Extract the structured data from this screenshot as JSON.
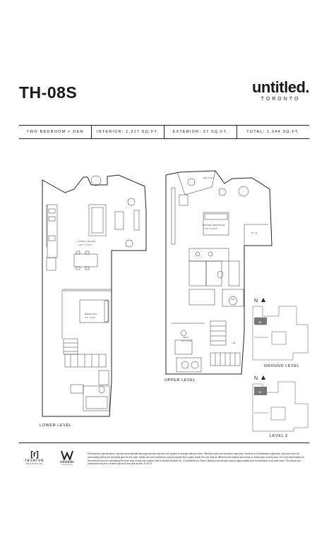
{
  "unit": {
    "code": "TH-08S"
  },
  "brand": {
    "name": "untitled.",
    "city": "TORONTO"
  },
  "specs": [
    "TWO BEDROOM + DEN",
    "INTERIOR: 1,317 SQ.FT.",
    "EXTERIOR: 27 SQ.FT.",
    "TOTAL: 1,344 SQ.FT."
  ],
  "plans": {
    "lower_level": "LOWER LEVEL",
    "upper_level": "UPPER LEVEL",
    "rooms": {
      "living_dining": "LIVING / DINING",
      "living_dining_dim": "13'4\" X 13'5\"",
      "bedroom": "BEDROOM",
      "bedroom_dim": "9'4\" X 9'0\"",
      "balcony": "BALCONY",
      "master_bedroom": "MASTER BEDROOM",
      "master_bedroom_dim": "10'9\" X 10'5\"",
      "wic": "W.I.C.",
      "den": "DEN",
      "den_dim": "5'1\" X 4'3\"",
      "wd": "W/D",
      "lin": "LIN"
    }
  },
  "keyplan": {
    "north": "N",
    "ground_level": "GROUND LEVEL",
    "level_2": "LEVEL 2",
    "unit_tag": "08"
  },
  "developers": {
    "reserve_mark": "[r]",
    "reserve_name": "reserve",
    "reserve_sub": "PROPERTIES",
    "westdale_name": "westdale",
    "westdale_sub": "PROPERTIES"
  },
  "disclaimer": "Dimensions, specifications, layouts and materials are approximate only and are subject to change without notice. Window sizes and locations may vary. Furniture is for illustration purposes only and does not necessarily reflect the electrical plan for the suite. Suites are sold unfinished. Actual useable floor space within the unit may be different from stated floor areas or dimensions on this plan. For more information on the method used for calculating the floor area of any unit, please refer to Builder Bulletin No. 22 published by Tarion. Balcony and terrace area is approximate and not included in net suite area. The actual unit purchased may be a reverse layout to the plan shown. E.&O.E."
}
